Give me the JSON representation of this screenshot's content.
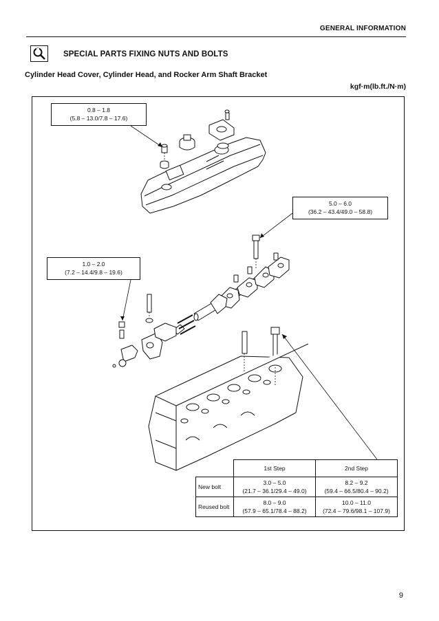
{
  "header": {
    "section": "GENERAL INFORMATION"
  },
  "title": "SPECIAL PARTS FIXING NUTS AND BOLTS",
  "subtitle": "Cylinder Head Cover, Cylinder Head, and Rocker Arm Shaft Bracket",
  "units": "kgf·m(lb.ft./N·m)",
  "icon": "torque-wrench-icon",
  "callouts": [
    {
      "value": "0.8 – 1.8",
      "range": "(5.8 – 13.0/7.8 – 17.6)"
    },
    {
      "value": "5.0 – 6.0",
      "range": "(36.2 – 43.4/49.0 – 58.8)"
    },
    {
      "value": "1.0 – 2.0",
      "range": "(7.2 – 14.4/9.8 – 19.6)"
    }
  ],
  "table": {
    "headers": [
      "1st Step",
      "2nd Step"
    ],
    "rows": [
      {
        "label": "New bolt",
        "step1": [
          "3.0 – 5.0",
          "(21.7 – 36.1/29.4 – 49.0)"
        ],
        "step2": [
          "8.2 – 9.2",
          "(59.4 – 66.5/80.4 – 90.2)"
        ]
      },
      {
        "label": "Reused bolt",
        "step1": [
          "8.0 – 9.0",
          "(57.9 – 65.1/78.4 – 88.2)"
        ],
        "step2": [
          "10.0 – 11.0",
          "(72.4 – 79.6/98.1 – 107.9)"
        ]
      }
    ]
  },
  "page_number": "9"
}
